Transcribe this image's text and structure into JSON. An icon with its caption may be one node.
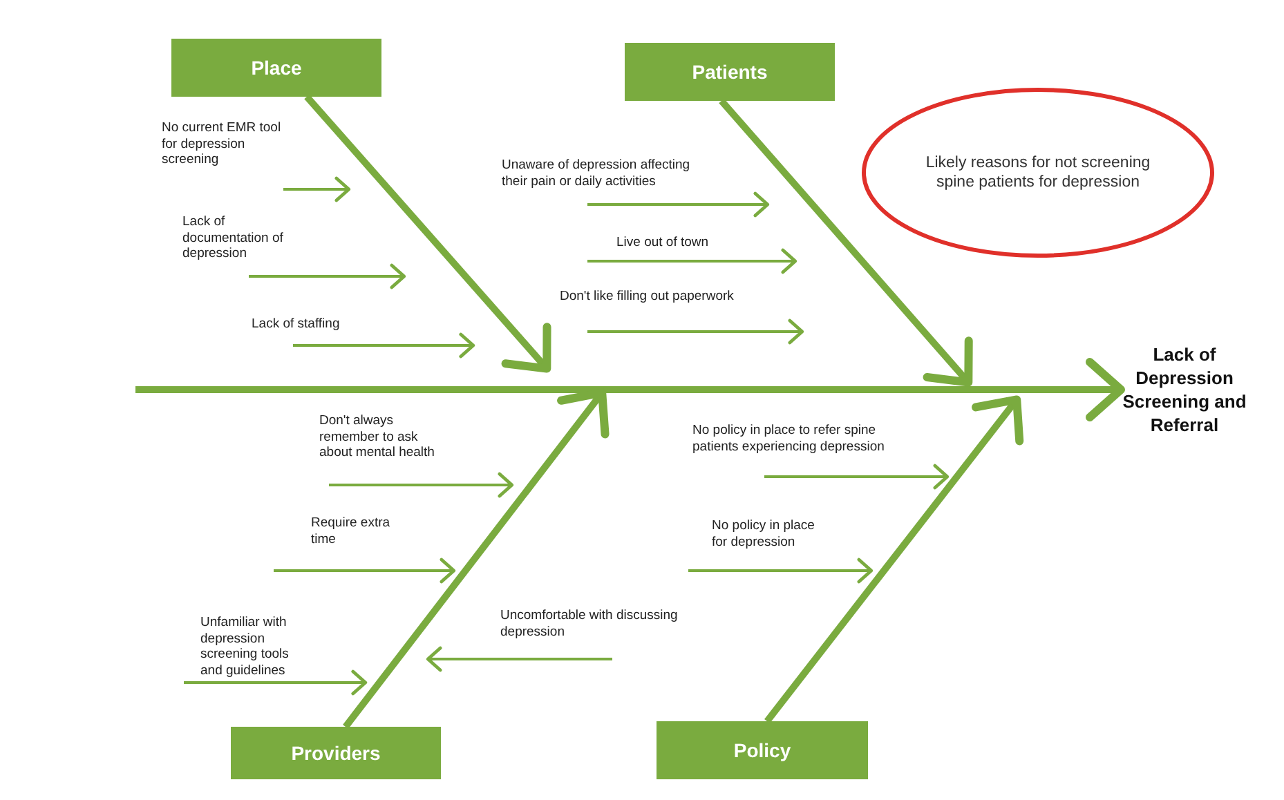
{
  "diagram": {
    "nodes": [
      {
        "text": [
          "Place"
        ]
      },
      {
        "text": [
          "Patients"
        ]
      },
      {
        "text": [
          "Likely reasons for not screening spine patients for depression"
        ]
      },
      {
        "text": [
          "No current EMR tool for depression screening"
        ]
      },
      {
        "text": [
          "Unaware of depression affecting their pain or daily activities"
        ]
      },
      {
        "text": [
          "Lack of documentation of depression"
        ]
      },
      {
        "text": [
          "Live out of town"
        ]
      },
      {
        "text": [
          "Don't like filling out paperwork"
        ]
      },
      {
        "text": [
          "Lack of staffing"
        ]
      },
      {
        "text": [
          "Lack of Depression Screening and Referral"
        ]
      },
      {
        "text": [
          "Don't always remember to ask about mental health"
        ]
      },
      {
        "text": [
          "No policy in place to refer spine patients experiencing depression"
        ]
      },
      {
        "text": [
          "Require extra time"
        ]
      },
      {
        "text": [
          "No policy in place for depression"
        ]
      },
      {
        "text": [
          "Uncomfortable with discussing depression"
        ]
      },
      {
        "text": [
          "Unfamiliar with depression screening tools and guidelines"
        ]
      },
      {
        "text": [
          "Providers"
        ]
      },
      {
        "text": [
          "Policy"
        ]
      }
    ],
    "edges": [
      {
        "from": null,
        "to": 9,
        "arrow": "to",
        "style": "thick"
      },
      {
        "from": 0,
        "to": null,
        "arrow": "to",
        "style": "thick"
      },
      {
        "from": 1,
        "to": null,
        "arrow": "to",
        "style": "thick"
      },
      {
        "from": 16,
        "to": null,
        "arrow": "to",
        "style": "thick"
      },
      {
        "from": 17,
        "to": null,
        "arrow": "to",
        "style": "thick"
      },
      {
        "from": 3,
        "to": null,
        "arrow": "to"
      },
      {
        "from": 4,
        "to": null,
        "arrow": "to"
      },
      {
        "from": 5,
        "to": null,
        "arrow": "to"
      },
      {
        "from": 6,
        "to": null,
        "arrow": "to"
      },
      {
        "from": 7,
        "to": null,
        "arrow": "to"
      },
      {
        "from": 8,
        "to": null,
        "arrow": "to"
      },
      {
        "from": 10,
        "to": null,
        "arrow": "to"
      },
      {
        "from": 11,
        "to": null,
        "arrow": "to"
      },
      {
        "from": 12,
        "to": null,
        "arrow": "to"
      },
      {
        "from": 13,
        "to": null,
        "arrow": "to"
      },
      {
        "from": 14,
        "to": null,
        "arrow": "to"
      },
      {
        "from": 15,
        "to": null,
        "arrow": "to"
      }
    ]
  }
}
